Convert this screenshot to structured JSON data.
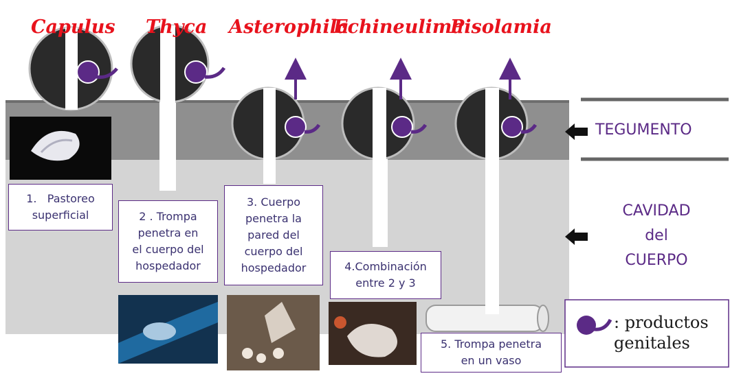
{
  "genera": [
    "Capulus",
    "Thyca",
    "Asterophila",
    "Echineulima",
    "Pisolamia"
  ],
  "labels": {
    "tegumento": "TEGUMENTO",
    "cavidad": [
      "CAVIDAD",
      "del",
      "CUERPO"
    ]
  },
  "boxes": [
    {
      "number": "1.",
      "text": "Pastoreo\nsuperficial"
    },
    {
      "number": "2 .",
      "text": "Trompa\npenetra en\nel cuerpo del\nhospedador"
    },
    {
      "number": "3.",
      "text": "Cuerpo\npenetra la\npared del\ncuerpo del\nhospedador"
    },
    {
      "number": "4.",
      "text": "Combinación\nentre 2 y 3"
    },
    {
      "number": "5.",
      "text": "Trompa penetra\nen un vaso"
    }
  ],
  "legend": {
    "text": ": productos\ngenitales"
  },
  "colors": {
    "genus": "#e8121c",
    "purple": "#5b2a86",
    "tegument": "#8e8e8e",
    "cavity": "#d2d2d2",
    "shell": "#2a2a2a"
  }
}
